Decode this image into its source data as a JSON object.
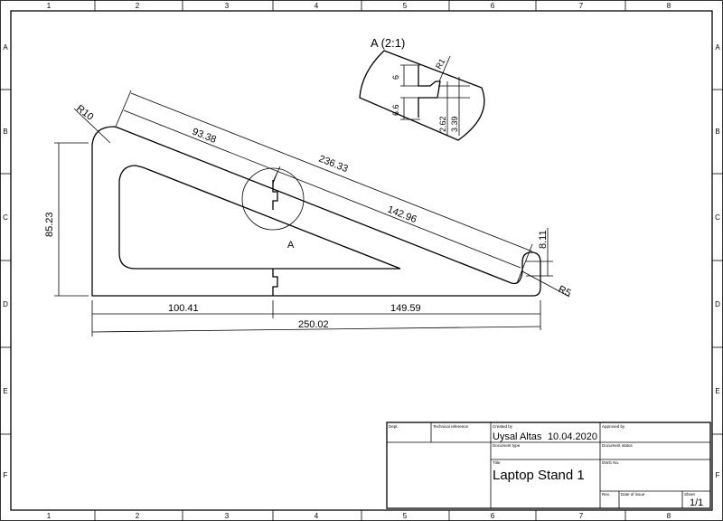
{
  "frame": {
    "columns": [
      "1",
      "2",
      "3",
      "4",
      "5",
      "6",
      "7",
      "8"
    ],
    "rows": [
      "A",
      "B",
      "C",
      "D",
      "E",
      "F"
    ]
  },
  "dimensions": {
    "r10": "R10",
    "r5": "R5",
    "d93_38": "93.38",
    "d236_33": "236.33",
    "d142_96": "142.96",
    "d85_23": "85.23",
    "d100_41": "100.41",
    "d149_59": "149.59",
    "d250_02": "250.02",
    "d8_11": "8.11",
    "detail_marker": "A"
  },
  "detail_view": {
    "title": "A (2:1)",
    "r1": "R1",
    "d6": "6",
    "d6_6": "6.6",
    "d2_62": "2.62",
    "d3_39": "3.39"
  },
  "title_block": {
    "dept_label": "Dept.",
    "tech_ref_label": "Technical reference",
    "created_by_label": "Created by",
    "created_by": "Uysal Altas",
    "date": "10.04.2020",
    "approved_by_label": "Approved by",
    "doc_type_label": "Document type",
    "doc_status_label": "Document status",
    "title_label": "Title",
    "title": "Laptop Stand 1",
    "dwg_no_label": "DWG No.",
    "rev_label": "Rev.",
    "date_of_issue_label": "Date of issue",
    "sheet_label": "Sheet",
    "sheet": "1/1"
  }
}
